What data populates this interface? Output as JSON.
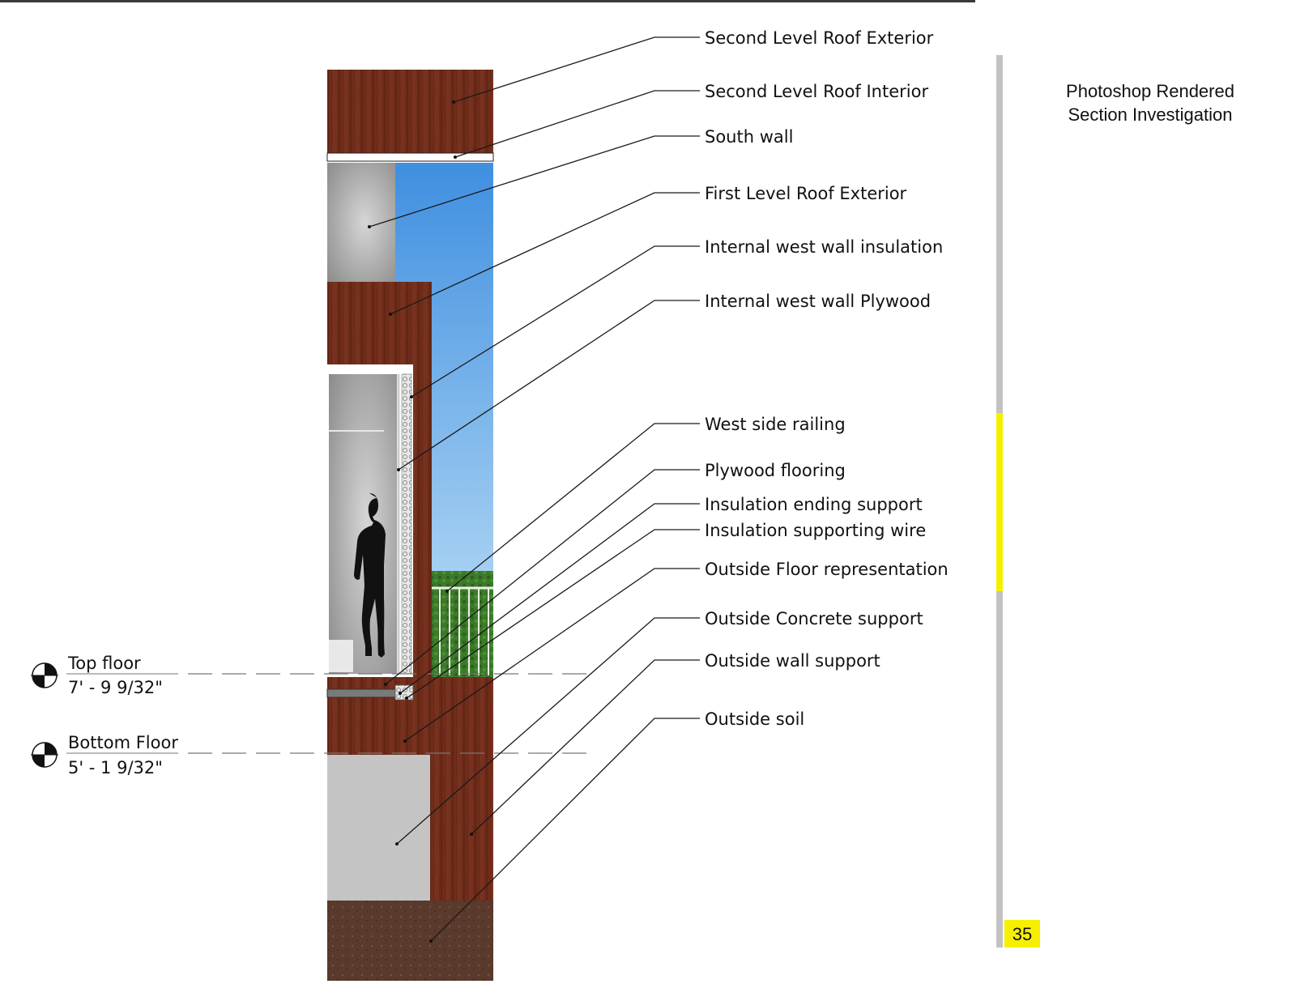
{
  "callouts": [
    {
      "id": "second-level-roof-exterior",
      "text": "Second Level Roof Exterior"
    },
    {
      "id": "second-level-roof-interior",
      "text": "Second Level Roof Interior"
    },
    {
      "id": "south-wall",
      "text": "South wall"
    },
    {
      "id": "first-level-roof-exterior",
      "text": "First Level Roof Exterior"
    },
    {
      "id": "internal-west-wall-insulation",
      "text": "Internal west wall insulation"
    },
    {
      "id": "internal-west-wall-plywood",
      "text": "Internal west wall Plywood"
    },
    {
      "id": "west-side-railing",
      "text": "West side railing"
    },
    {
      "id": "plywood-flooring",
      "text": "Plywood flooring"
    },
    {
      "id": "insulation-ending-support",
      "text": "Insulation ending support"
    },
    {
      "id": "insulation-supporting-wire",
      "text": "Insulation supporting wire"
    },
    {
      "id": "outside-floor-representation",
      "text": "Outside Floor representation"
    },
    {
      "id": "outside-concrete-support",
      "text": "Outside Concrete support"
    },
    {
      "id": "outside-wall-support",
      "text": "Outside wall support"
    },
    {
      "id": "outside-soil",
      "text": "Outside soil"
    }
  ],
  "levels": [
    {
      "id": "top-floor",
      "name": "Top floor",
      "elevation": "7' - 9 9/32\""
    },
    {
      "id": "bottom-floor",
      "name": "Bottom Floor",
      "elevation": "5' - 1 9/32\""
    }
  ],
  "side_title": {
    "line1": "Photoshop Rendered",
    "line2": "Section Investigation"
  },
  "page_number": "35",
  "scroll": {
    "position": 0.2,
    "visible_fraction": 0.2
  },
  "colors": {
    "wood": "#6e2b18",
    "wood_dark": "#55200f",
    "concrete": "#c4c4c4",
    "soil": "#5a3a2c",
    "sky_top": "#3f8fe0",
    "sky_bottom": "#bfe0f6",
    "hedge": "#3c7a2a",
    "interior": "#9b9b9b",
    "accent": "#f6f000"
  }
}
